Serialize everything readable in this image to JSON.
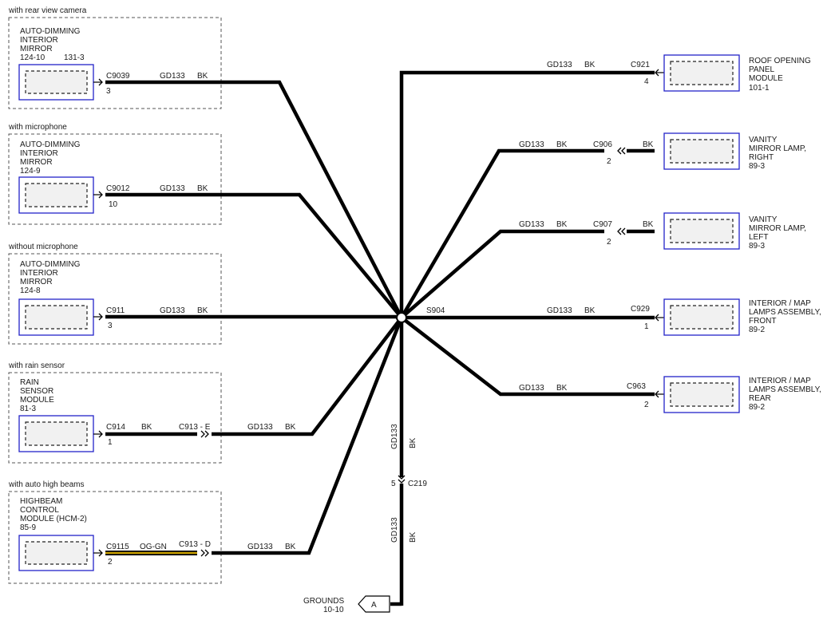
{
  "left_modules": [
    {
      "variant": "with rear view camera",
      "name_lines": [
        "AUTO-DIMMING",
        "INTERIOR",
        "MIRROR",
        "124-10"
      ],
      "extra_ref": "131-3",
      "connector": "C9039",
      "pin": "3",
      "wire_id": "GD133",
      "wire_color": "BK"
    },
    {
      "variant": "with microphone",
      "name_lines": [
        "AUTO-DIMMING",
        "INTERIOR",
        "MIRROR",
        "124-9"
      ],
      "connector": "C9012",
      "pin": "10",
      "wire_id": "GD133",
      "wire_color": "BK"
    },
    {
      "variant": "without microphone",
      "name_lines": [
        "AUTO-DIMMING",
        "INTERIOR",
        "MIRROR",
        "124-8"
      ],
      "connector": "C911",
      "pin": "3",
      "wire_id": "GD133",
      "wire_color": "BK"
    },
    {
      "variant": "with rain sensor",
      "name_lines": [
        "RAIN",
        "SENSOR",
        "MODULE",
        "81-3"
      ],
      "connector": "C914",
      "pin": "1",
      "short_wire_color": "BK",
      "inline_connector": "C913 - E",
      "wire_id": "GD133",
      "wire_color": "BK"
    },
    {
      "variant": "with auto high beams",
      "name_lines": [
        "HIGHBEAM",
        "CONTROL",
        "MODULE (HCM-2)",
        "85-9"
      ],
      "connector": "C9115",
      "pin": "2",
      "short_wire_color": "OG-GN",
      "inline_connector": "C913 - D",
      "wire_id": "GD133",
      "wire_color": "BK"
    }
  ],
  "right_modules": [
    {
      "name_lines": [
        "ROOF OPENING",
        "PANEL",
        "MODULE",
        "101-1"
      ],
      "connector": "C921",
      "pin": "4",
      "wire_id": "GD133",
      "wire_color": "BK"
    },
    {
      "name_lines": [
        "VANITY",
        "MIRROR LAMP,",
        "RIGHT",
        "89-3"
      ],
      "connector": "C906",
      "pin": "2",
      "wire_id": "GD133",
      "wire_color": "BK",
      "stub_color": "BK"
    },
    {
      "name_lines": [
        "VANITY",
        "MIRROR LAMP,",
        "LEFT",
        "89-3"
      ],
      "connector": "C907",
      "pin": "2",
      "wire_id": "GD133",
      "wire_color": "BK",
      "stub_color": "BK"
    },
    {
      "name_lines": [
        "INTERIOR / MAP",
        "LAMPS ASSEMBLY,",
        "FRONT",
        "89-2"
      ],
      "connector": "C929",
      "pin": "1",
      "wire_id": "GD133",
      "wire_color": "BK"
    },
    {
      "name_lines": [
        "INTERIOR / MAP",
        "LAMPS ASSEMBLY,",
        "REAR",
        "89-2"
      ],
      "connector": "C963",
      "pin": "2",
      "wire_id": "GD133",
      "wire_color": "BK"
    }
  ],
  "splice": {
    "label": "S904"
  },
  "trunk": {
    "upper_wire_id": "GD133",
    "upper_wire_color": "BK",
    "connector": "C219",
    "pin": "5",
    "lower_wire_id": "GD133",
    "lower_wire_color": "BK"
  },
  "ground": {
    "label_line1": "GROUNDS",
    "label_line2": "10-10",
    "tag": "A"
  },
  "colors": {
    "wire": "#000000",
    "module_border": "#2323c8",
    "og_gn_wire": "#c8a000"
  }
}
